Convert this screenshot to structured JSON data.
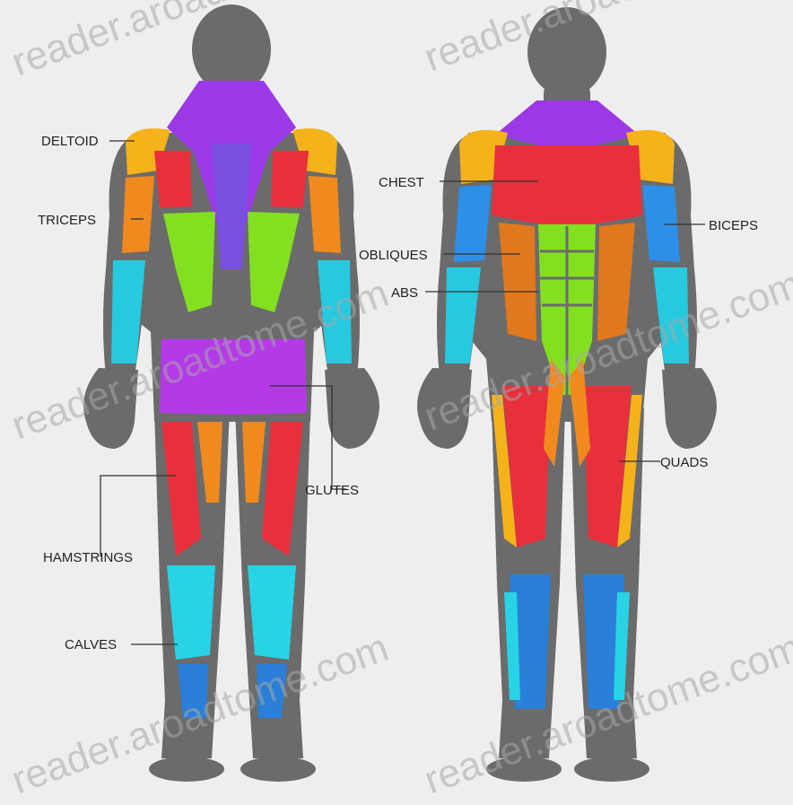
{
  "colors": {
    "background": "#eeeeee",
    "body": "#6b6b6b",
    "deltoid": "#f5b21a",
    "triceps": "#f08a1f",
    "chest": "#e8303c",
    "biceps": "#2e8fe8",
    "forearm": "#27c9df",
    "traps": "#9b39e6",
    "lats": "#82e020",
    "glutes": "#b43ae8",
    "hamstrings": "#e8303c",
    "quads": "#e8303c",
    "calves": "#28d3e6",
    "shin": "#2a7fd8",
    "obliques": "#e0791d",
    "abs": "#82e020"
  },
  "labels": {
    "deltoid": "DELTOID",
    "triceps": "TRICEPS",
    "hamstrings": "HAMSTRINGS",
    "calves": "CALVES",
    "glutes": "GLUTES",
    "chest": "CHEST",
    "obliques": "OBLIQUES",
    "abs": "ABS",
    "biceps": "BICEPS",
    "quads": "QUADS"
  },
  "watermark": "reader.aroadtome.com"
}
